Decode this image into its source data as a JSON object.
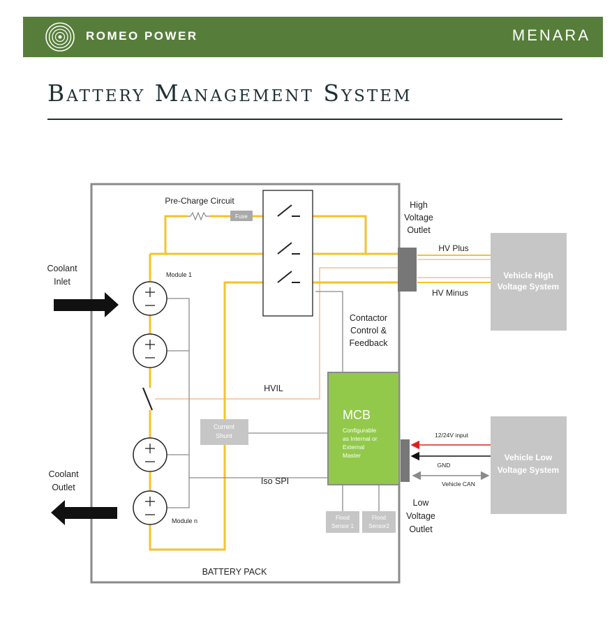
{
  "header": {
    "brand": "ROMEO POWER",
    "product": "MENARA"
  },
  "title": "Battery Management System",
  "labels": {
    "pre_charge": "Pre-Charge Circuit",
    "fuse": "Fuse",
    "high_voltage_outlet": [
      "High",
      "Voltage",
      "Outlet"
    ],
    "hv_plus": "HV Plus",
    "hv_minus": "HV Minus",
    "vehicle_hv": [
      "Vehicle HIgh",
      "Voltage System"
    ],
    "contactor": [
      "Contactor",
      "Control &",
      "Feedback"
    ],
    "coolant_inlet": [
      "Coolant",
      "Inlet"
    ],
    "coolant_outlet": [
      "Coolant",
      "Outlet"
    ],
    "module_1": "Module 1",
    "module_n": "Module n",
    "hvil": "HVIL",
    "current_shunt": [
      "Current",
      "Shunt"
    ],
    "mcb_title": "MCB",
    "mcb_desc": [
      "Configurable",
      "as Internal or",
      "External",
      "Master"
    ],
    "input_12_24": "12/24V input",
    "gnd": "GND",
    "vehicle_can": "Vehicle CAN",
    "vehicle_lv": [
      "Vehicle Low",
      "Voltage System"
    ],
    "iso_spi": "Iso SPI",
    "low_voltage_outlet": [
      "Low",
      "Voltage",
      "Outlet"
    ],
    "flood_1": [
      "Flood",
      "Sensor 1"
    ],
    "flood_2": [
      "Flood",
      "Sensor2"
    ],
    "battery_pack": "BATTERY PACK"
  },
  "colors": {
    "header_green": "#567e3a",
    "mcb_green": "#92c94b",
    "hv_wire": "#f6c324",
    "hvil_wire": "#f4b183",
    "signal_wire": "#8a8a8a",
    "box_gray": "#c6c6c6",
    "arrow_red": "#e02020"
  }
}
